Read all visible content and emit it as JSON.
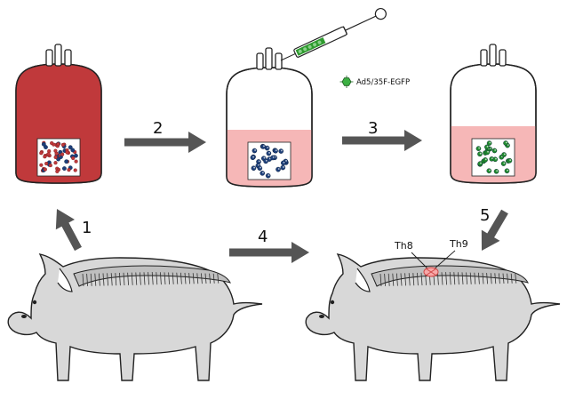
{
  "steps": [
    "1",
    "2",
    "3",
    "4",
    "5"
  ],
  "legend": {
    "label": "Ad5/35F-EGFP",
    "icon": "virus-icon",
    "color": "#2e9a2e"
  },
  "vertebra_labels": {
    "left": "Th8",
    "right": "Th9"
  },
  "colors": {
    "blood": "#c0393b",
    "medium": "#f6b7b7",
    "cell_blue": "#1d3f7a",
    "cell_green": "#1f8a2e",
    "rbc": "#c0393b",
    "arrow": "#555555",
    "pig": "#d8d8d8",
    "outline": "#222222"
  }
}
